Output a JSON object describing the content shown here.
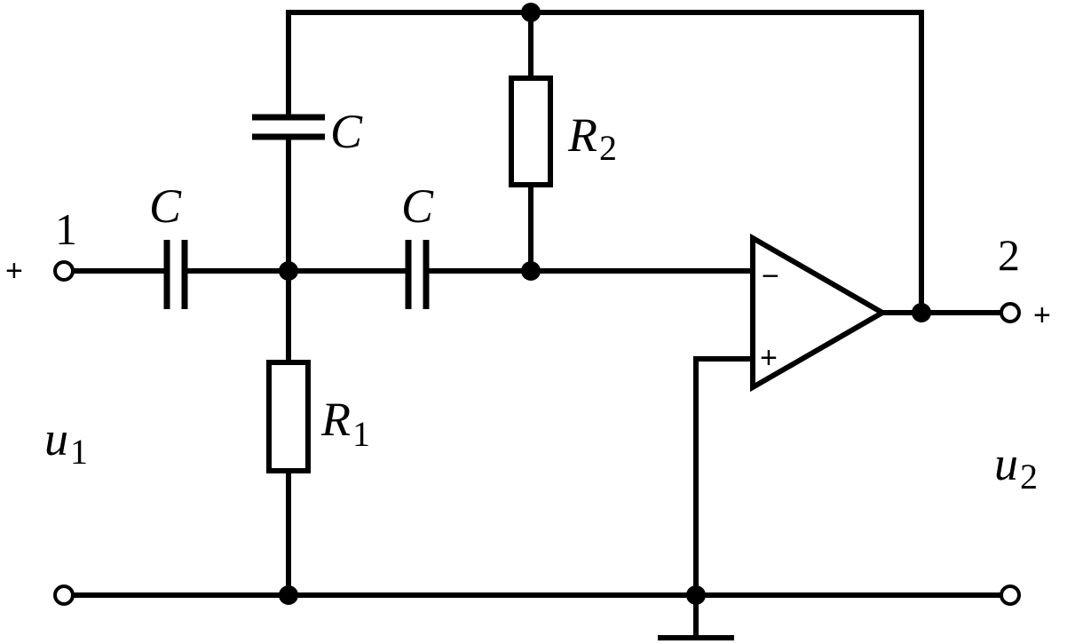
{
  "components": {
    "cap_input": {
      "label": "C"
    },
    "cap_feedback": {
      "label": "C"
    },
    "cap_series": {
      "label": "C"
    },
    "r1": {
      "label": "R",
      "sub": "1"
    },
    "r2": {
      "label": "R",
      "sub": "2"
    }
  },
  "ports": {
    "input": {
      "number": "1",
      "polarity": "+",
      "voltage": "u",
      "voltage_sub": "1"
    },
    "output": {
      "number": "2",
      "polarity": "+",
      "voltage": "u",
      "voltage_sub": "2"
    }
  },
  "opamp": {
    "inverting": "−",
    "noninverting": "+"
  }
}
